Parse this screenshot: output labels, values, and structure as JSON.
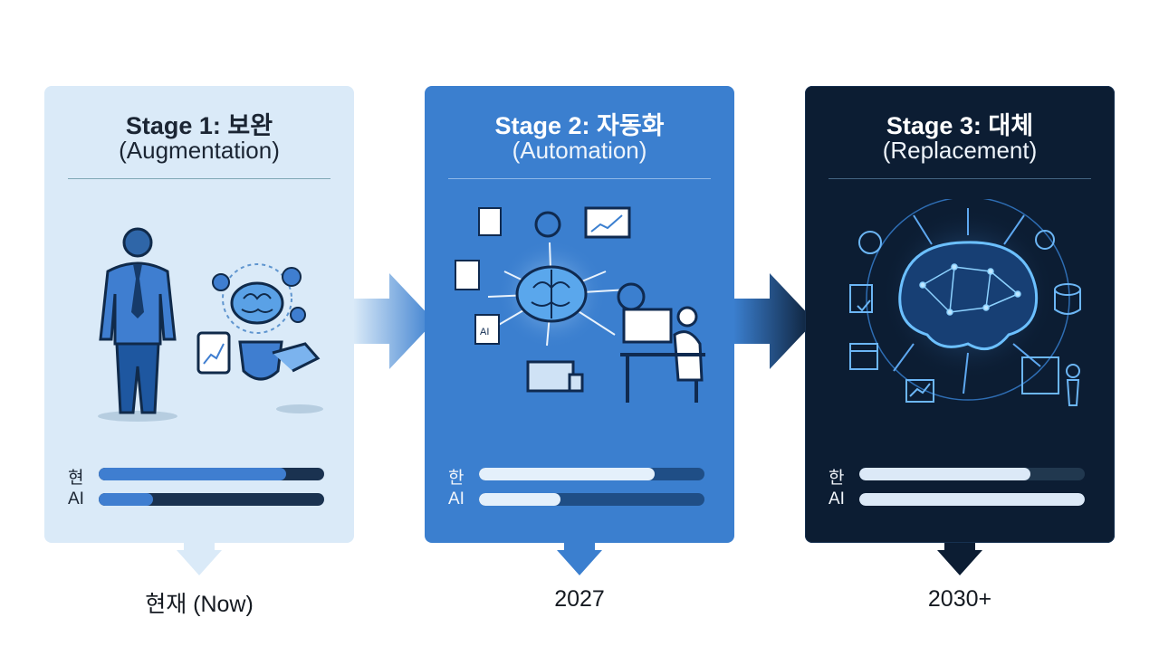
{
  "stages": [
    {
      "title": "Stage 1: 보완",
      "subtitle": "(Augmentation)",
      "bars": [
        {
          "label": "현",
          "value": 0.83
        },
        {
          "label": "AI",
          "value": 0.24
        }
      ],
      "timeline": "현재 (Now)"
    },
    {
      "title": "Stage 2: 자동화",
      "subtitle": "(Automation)",
      "bars": [
        {
          "label": "한",
          "value": 0.78
        },
        {
          "label": "AI",
          "value": 0.36
        }
      ],
      "timeline": "2027"
    },
    {
      "title": "Stage 3: 대체",
      "subtitle": "(Replacement)",
      "bars": [
        {
          "label": "한",
          "value": 0.76
        },
        {
          "label": "AI",
          "value": 1.0
        }
      ],
      "timeline": "2030+"
    }
  ],
  "icons": {
    "stage1": [
      "person-icon",
      "brain-icon",
      "gear-icon",
      "tablet-chart-icon",
      "robot-hand-icon"
    ],
    "stage2": [
      "brain-icon",
      "gear-icon",
      "document-icon",
      "ai-file-icon",
      "monitor-chart-icon",
      "machine-icon",
      "person-at-desk-icon"
    ],
    "stage3": [
      "neural-brain-icon",
      "gear-icon",
      "document-check-icon",
      "database-icon",
      "browser-icon",
      "chart-icon",
      "presenter-icon"
    ]
  },
  "colors": {
    "stage1_bg": "#daeaf8",
    "stage2_bg": "#3b7fcf",
    "stage3_bg": "#0c1d33",
    "accent_blue": "#3f7ed0"
  }
}
